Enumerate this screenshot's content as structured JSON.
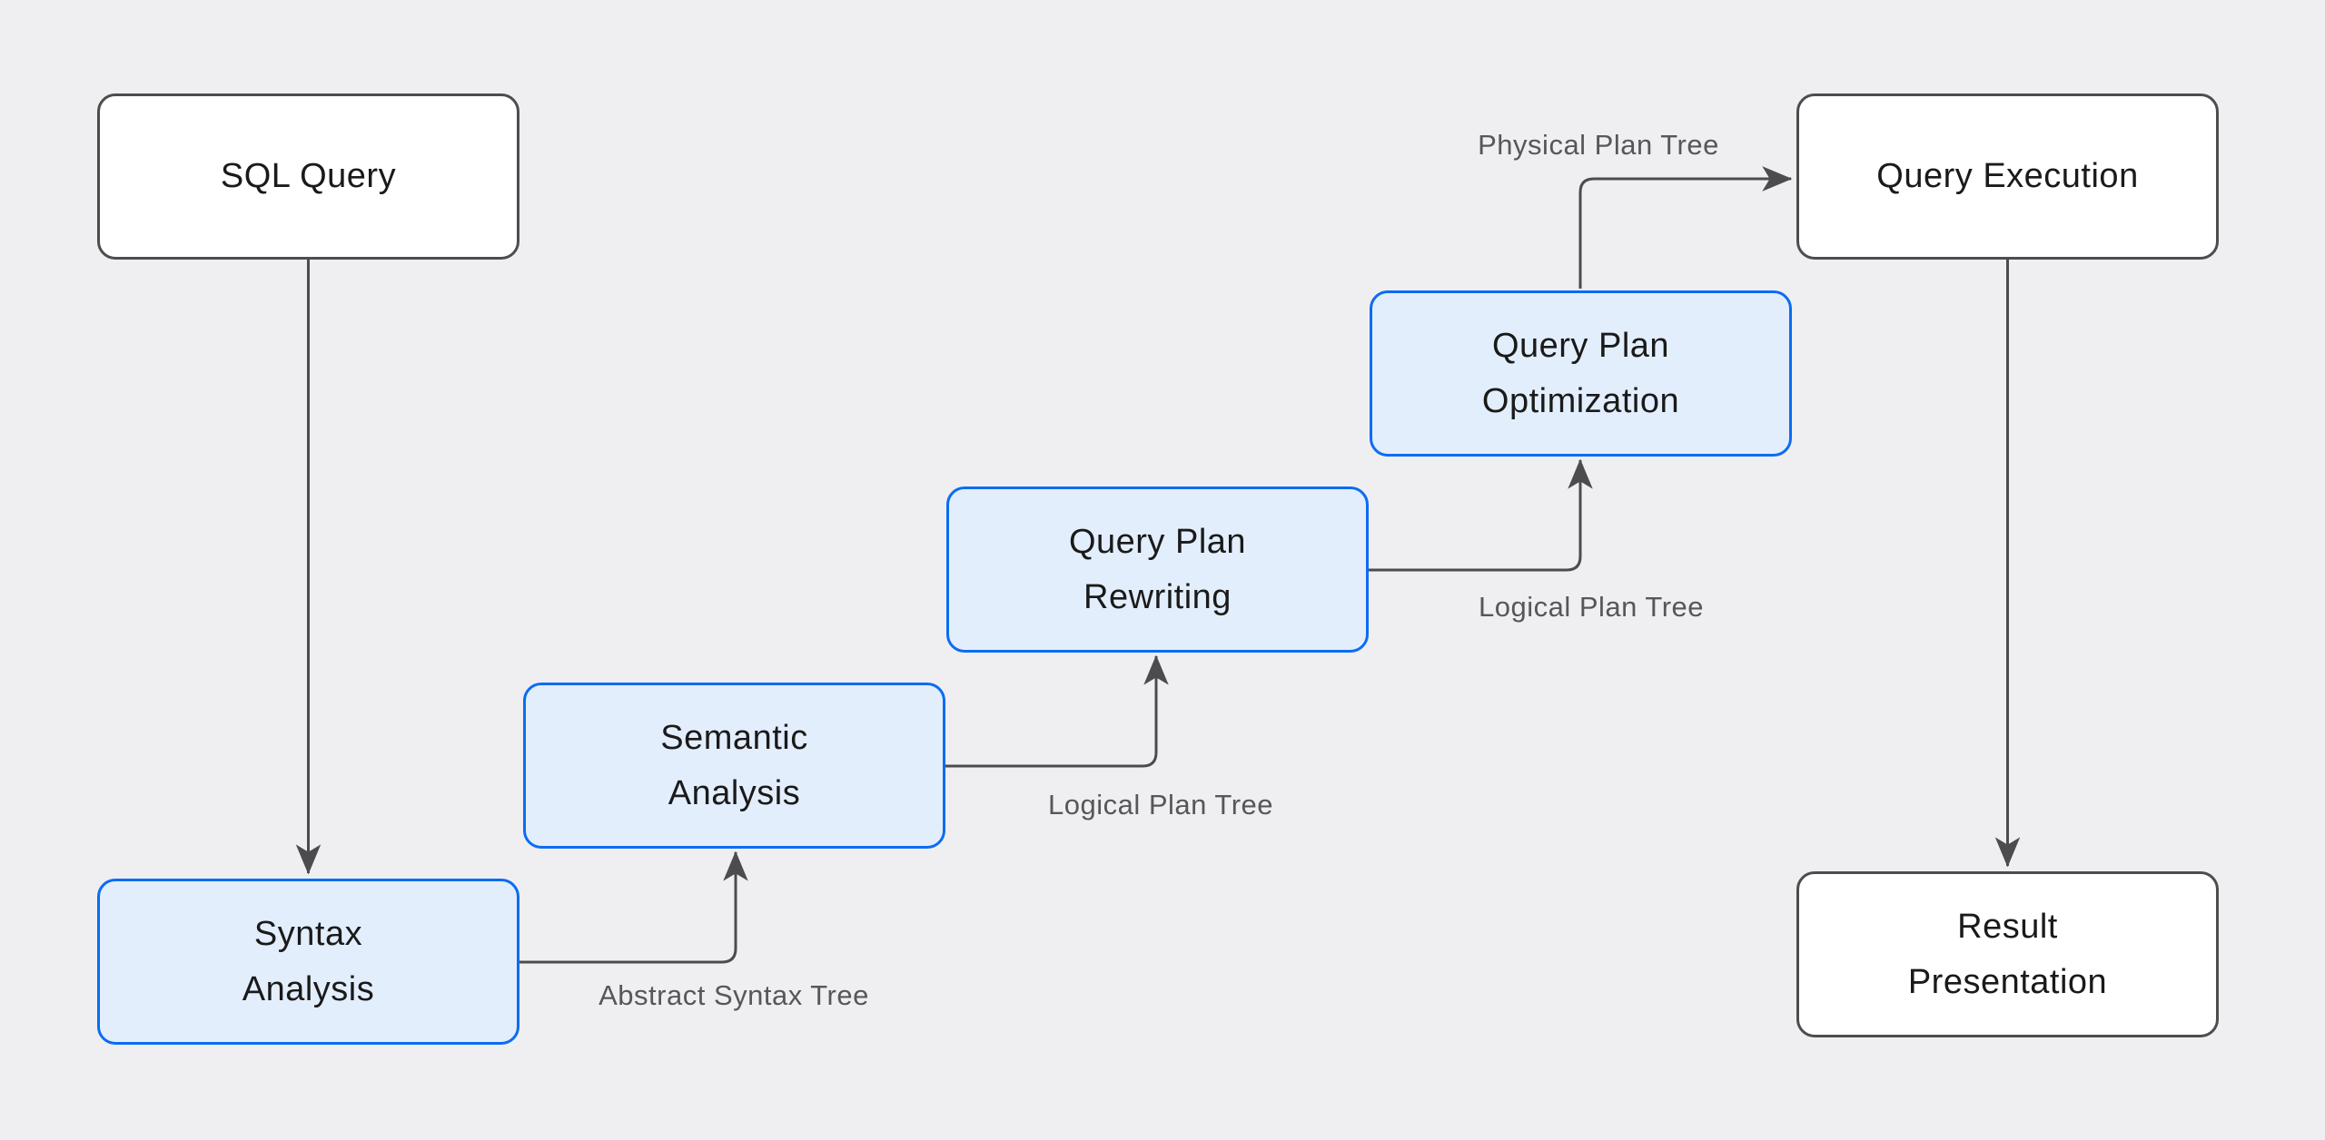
{
  "diagram": {
    "type": "flowchart",
    "background": "#efeff1",
    "nodes": {
      "sql_query": {
        "label": "SQL Query",
        "style": "plain"
      },
      "syntax_analysis": {
        "line1": "Syntax",
        "line2": "Analysis",
        "style": "highlight"
      },
      "semantic_analysis": {
        "line1": "Semantic",
        "line2": "Analysis",
        "style": "highlight"
      },
      "query_plan_rewriting": {
        "line1": "Query Plan",
        "line2": "Rewriting",
        "style": "highlight"
      },
      "query_plan_optimization": {
        "line1": "Query Plan",
        "line2": "Optimization",
        "style": "highlight"
      },
      "query_execution": {
        "label": "Query Execution",
        "style": "plain"
      },
      "result_presentation": {
        "line1": "Result",
        "line2": "Presentation",
        "style": "plain"
      }
    },
    "edges": [
      {
        "from": "sql_query",
        "to": "syntax_analysis",
        "label": ""
      },
      {
        "from": "syntax_analysis",
        "to": "semantic_analysis",
        "label": "Abstract Syntax Tree"
      },
      {
        "from": "semantic_analysis",
        "to": "query_plan_rewriting",
        "label": "Logical Plan Tree"
      },
      {
        "from": "query_plan_rewriting",
        "to": "query_plan_optimization",
        "label": "Logical Plan Tree"
      },
      {
        "from": "query_plan_optimization",
        "to": "query_execution",
        "label": "Physical Plan Tree"
      },
      {
        "from": "query_execution",
        "to": "result_presentation",
        "label": ""
      }
    ],
    "edge_labels": {
      "ast": "Abstract Syntax Tree",
      "logical_1": "Logical Plan Tree",
      "logical_2": "Logical Plan Tree",
      "physical": "Physical Plan Tree"
    },
    "colors": {
      "background": "#efeff1",
      "node_plain_fill": "#ffffff",
      "node_plain_border": "#4d4d4f",
      "node_highlight_fill": "#e3eefd",
      "node_highlight_border": "#0c6cf2",
      "node_text": "#1a1a1a",
      "edge_stroke": "#4c4c4e",
      "edge_label_text": "#56575b"
    }
  }
}
